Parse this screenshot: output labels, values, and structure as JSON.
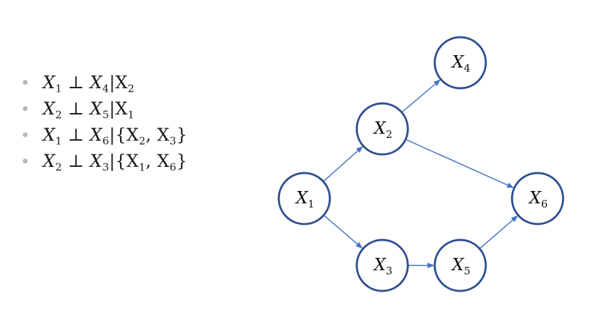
{
  "statements": [
    {
      "a": "X",
      "a_sub": "1",
      "op": "⊥",
      "b": "X",
      "b_sub": "4",
      "cond": "|X",
      "cond_sub": "2",
      "rest": ""
    },
    {
      "a": "X",
      "a_sub": "2",
      "op": "⊥",
      "b": "X",
      "b_sub": "5",
      "cond": "|X",
      "cond_sub": "1",
      "rest": ""
    },
    {
      "a": "X",
      "a_sub": "1",
      "op": "⊥",
      "b": "X",
      "b_sub": "6",
      "cond": "|{X",
      "cond_sub": "2",
      "rest": ", X",
      "rest_sub": "3",
      "close": "}"
    },
    {
      "a": "X",
      "a_sub": "2",
      "op": "⊥",
      "b": "X",
      "b_sub": "3",
      "cond": "|{X",
      "cond_sub": "1",
      "rest": ", X",
      "rest_sub": "6",
      "close": "}"
    }
  ],
  "graph": {
    "colors": {
      "node_stroke": "#2f4f8f",
      "edge": "#4472c4"
    },
    "nodes": [
      {
        "id": "x1",
        "label": "X",
        "sub": "1"
      },
      {
        "id": "x2",
        "label": "X",
        "sub": "2"
      },
      {
        "id": "x3",
        "label": "X",
        "sub": "3"
      },
      {
        "id": "x4",
        "label": "X",
        "sub": "4"
      },
      {
        "id": "x5",
        "label": "X",
        "sub": "5"
      },
      {
        "id": "x6",
        "label": "X",
        "sub": "6"
      }
    ],
    "edges": [
      {
        "from": "x1",
        "to": "x2"
      },
      {
        "from": "x1",
        "to": "x3"
      },
      {
        "from": "x2",
        "to": "x4"
      },
      {
        "from": "x2",
        "to": "x6"
      },
      {
        "from": "x3",
        "to": "x5"
      },
      {
        "from": "x5",
        "to": "x6"
      }
    ]
  }
}
